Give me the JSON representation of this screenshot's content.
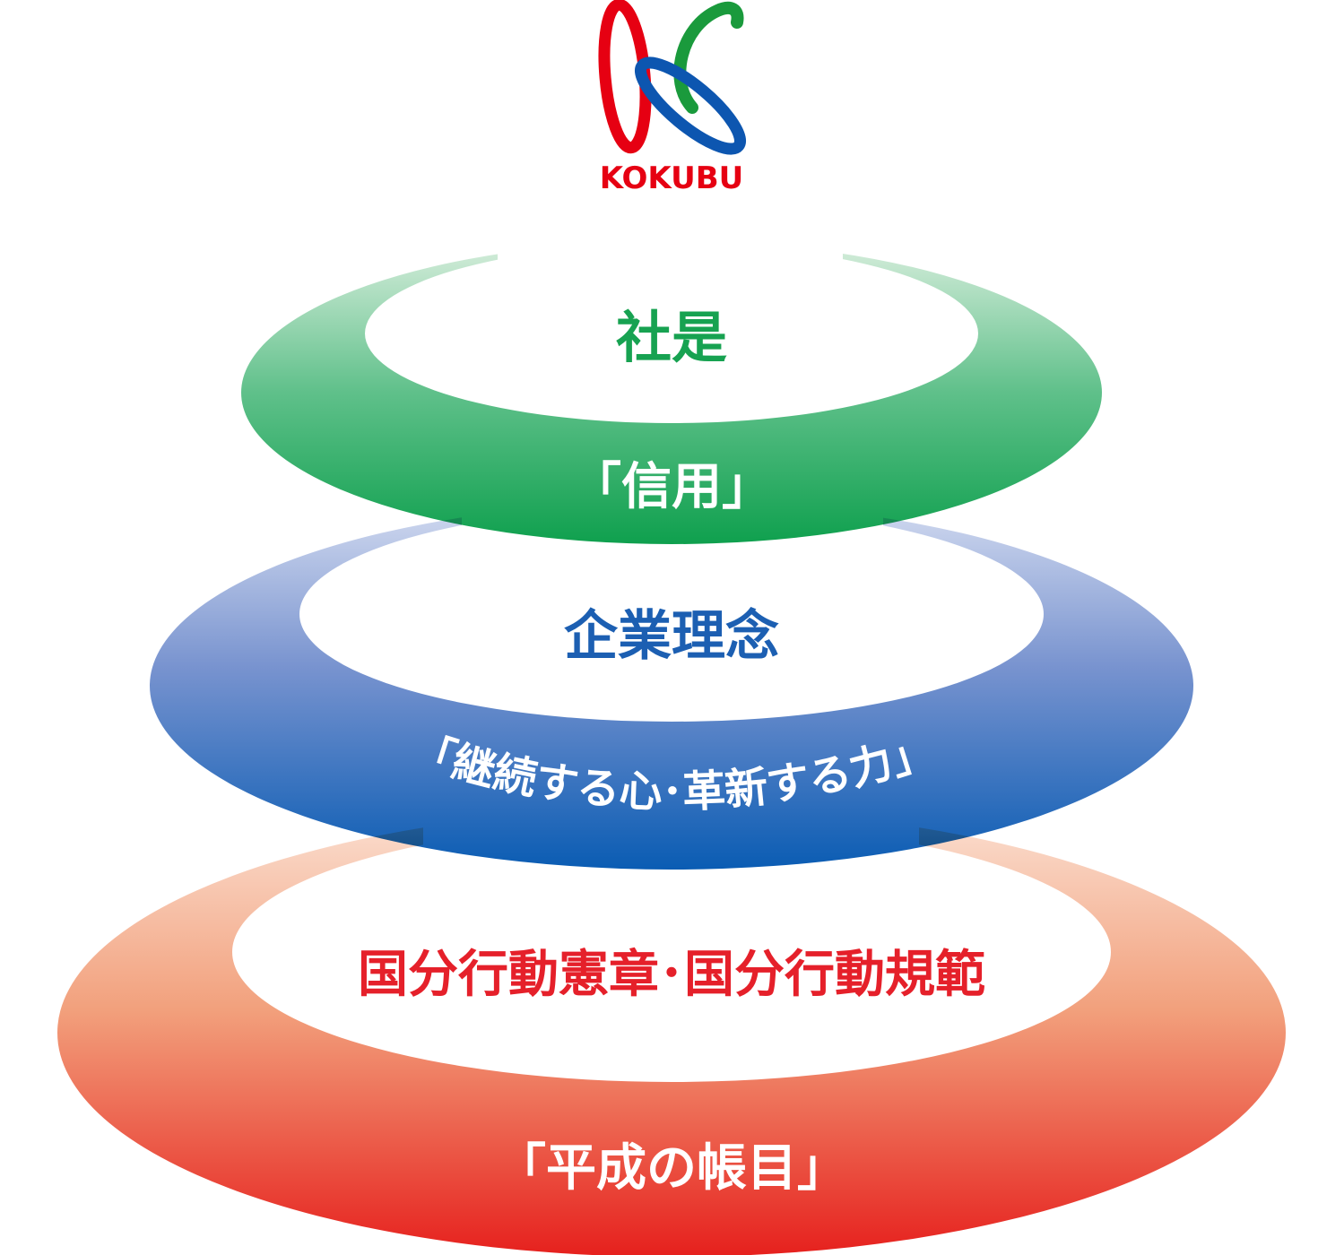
{
  "logo": {
    "wordmark": "KOKUBU",
    "colors": {
      "red": "#e60012",
      "green": "#1a9a3c",
      "blue": "#0d56b0"
    }
  },
  "tiers": [
    {
      "heading": "社是",
      "value": "「信用」",
      "color": "#17a251"
    },
    {
      "heading": "企業理念",
      "value": "「継続する心･革新する力」",
      "color": "#1c5fb2"
    },
    {
      "heading": "国分行動憲章･国分行動規範",
      "value": "「平成の帳目」",
      "color": "#e5202a"
    }
  ]
}
